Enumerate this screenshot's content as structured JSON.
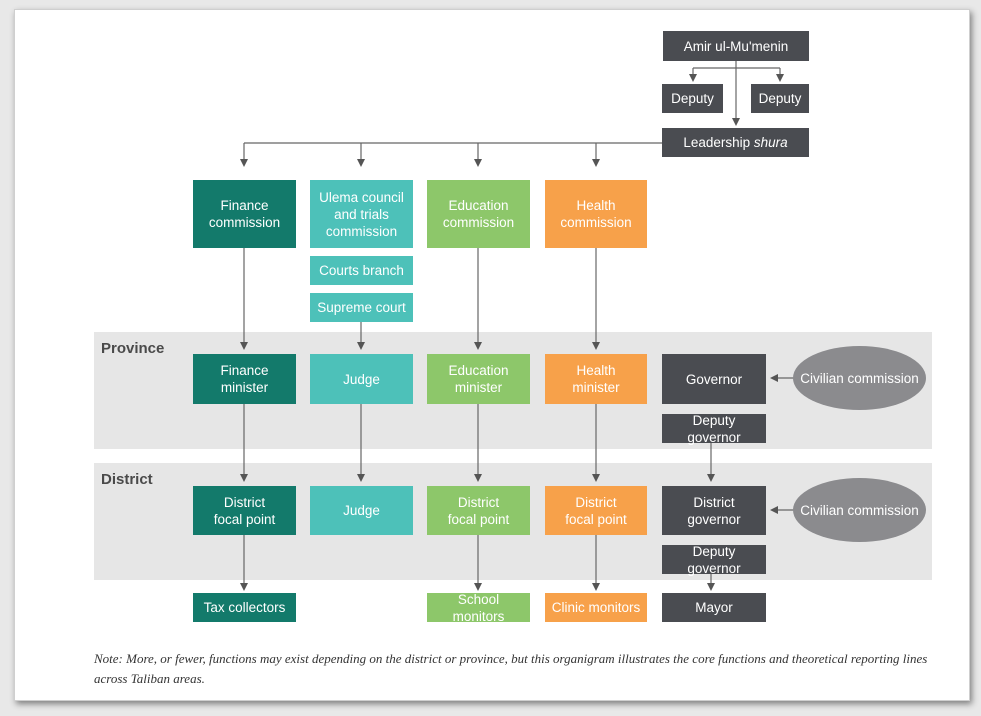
{
  "bands": {
    "province": "Province",
    "district": "District"
  },
  "leadership": {
    "amir": "Amir ul-Mu'menin",
    "deputy_1": "Deputy",
    "deputy_2": "Deputy",
    "shura_prefix": "Leadership ",
    "shura_italic": "shura"
  },
  "commissions": {
    "finance": [
      "Finance",
      "commission"
    ],
    "ulema": [
      "Ulema council",
      "and trials",
      "commission"
    ],
    "education": [
      "Education",
      "commission"
    ],
    "health": [
      "Health",
      "commission"
    ],
    "courts_branch": "Courts branch",
    "supreme_court": "Supreme court"
  },
  "province": {
    "finance": [
      "Finance",
      "minister"
    ],
    "judge": "Judge",
    "education": [
      "Education",
      "minister"
    ],
    "health": [
      "Health",
      "minister"
    ],
    "governor": "Governor",
    "deputy_governor": "Deputy governor",
    "civilian_commission": "Civilian commission"
  },
  "district": {
    "finance": [
      "District",
      "focal point"
    ],
    "judge": "Judge",
    "education": [
      "District",
      "focal point"
    ],
    "health": [
      "District",
      "focal point"
    ],
    "governor": [
      "District",
      "governor"
    ],
    "deputy_governor": "Deputy governor",
    "civilian_commission": "Civilian commission"
  },
  "bottom": {
    "tax": "Tax collectors",
    "school": "School monitors",
    "clinic": "Clinic monitors",
    "mayor": "Mayor"
  },
  "note": "Note: More, or fewer, functions may exist depending on the district or province, but this organigram illustrates the core functions and theoretical reporting lines across Taliban areas.",
  "colors": {
    "dark": "#4a4c51",
    "teal": "#137a6b",
    "cyan": "#4dc1b9",
    "green": "#8dc76a",
    "orange": "#f7a14a",
    "ellipse": "#8b8b8e",
    "band": "#e6e6e6"
  }
}
